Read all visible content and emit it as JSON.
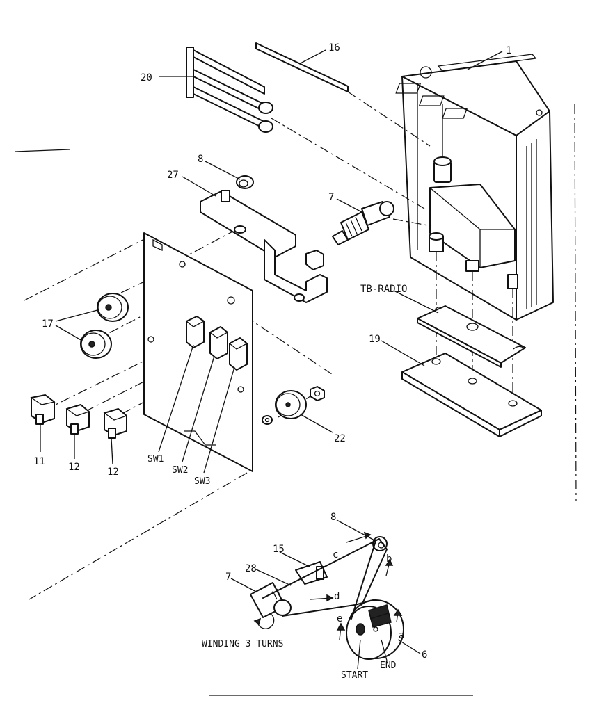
{
  "labels": {
    "p1": "1",
    "p16": "16",
    "p20": "20",
    "p8_top": "8",
    "p27": "27",
    "p7_top": "7",
    "tb_radio": "TB-RADIO",
    "p19": "19",
    "p17": "17",
    "p11": "11",
    "p12_a": "12",
    "p12_b": "12",
    "sw1": "SW1",
    "sw2": "SW2",
    "sw3": "SW3",
    "p22": "22",
    "p8_bottom": "8",
    "p15": "15",
    "p28": "28",
    "p7_bottom": "7",
    "c": "c",
    "b": "b",
    "d": "d",
    "e": "e",
    "a": "a",
    "winding": "WINDING  3  TURNS",
    "start": "START",
    "end": "END",
    "p6": "6"
  }
}
